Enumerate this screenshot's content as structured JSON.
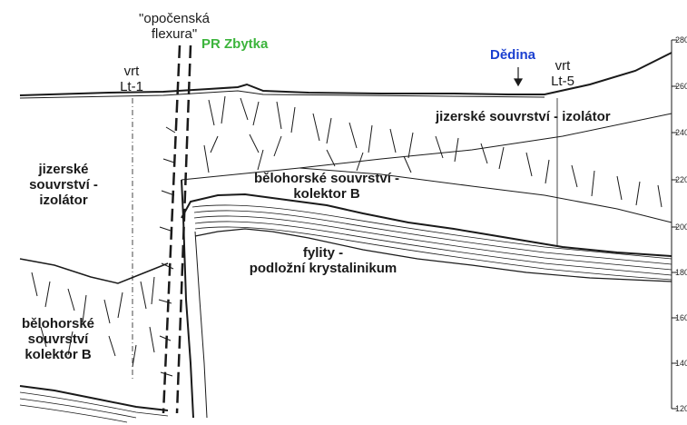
{
  "labels": {
    "flexure_line1": "\"opočenská",
    "flexure_line2": "flexura\"",
    "reserve": "PR Zbytka",
    "village": "Dědina",
    "well_left_line1": "vrt",
    "well_left_line2": "Lt-1",
    "well_right_line1": "vrt",
    "well_right_line2": "Lt-5",
    "jizera_right": "jizerské souvrství - izolátor",
    "jizera_left_line1": "jizerské",
    "jizera_left_line2": "souvrství -",
    "jizera_left_line3": "izolátor",
    "belohorske_center_line1": "bělohorské souvrství -",
    "belohorske_center_line2": "kolektor B",
    "fylity_line1": "fylity -",
    "fylity_line2": "podložní krystalinikum",
    "belohorske_left_line1": "bělohorské",
    "belohorske_left_line2": "souvrství",
    "belohorske_left_line3": "kolektor B"
  },
  "elevation_axis": {
    "ticks": [
      "280",
      "260",
      "240",
      "220",
      "200",
      "180",
      "160",
      "140",
      "120"
    ]
  },
  "colors": {
    "reserve_label": "#3cb43c",
    "village_label": "#1a3fd0",
    "ink": "#1a1a1a"
  }
}
